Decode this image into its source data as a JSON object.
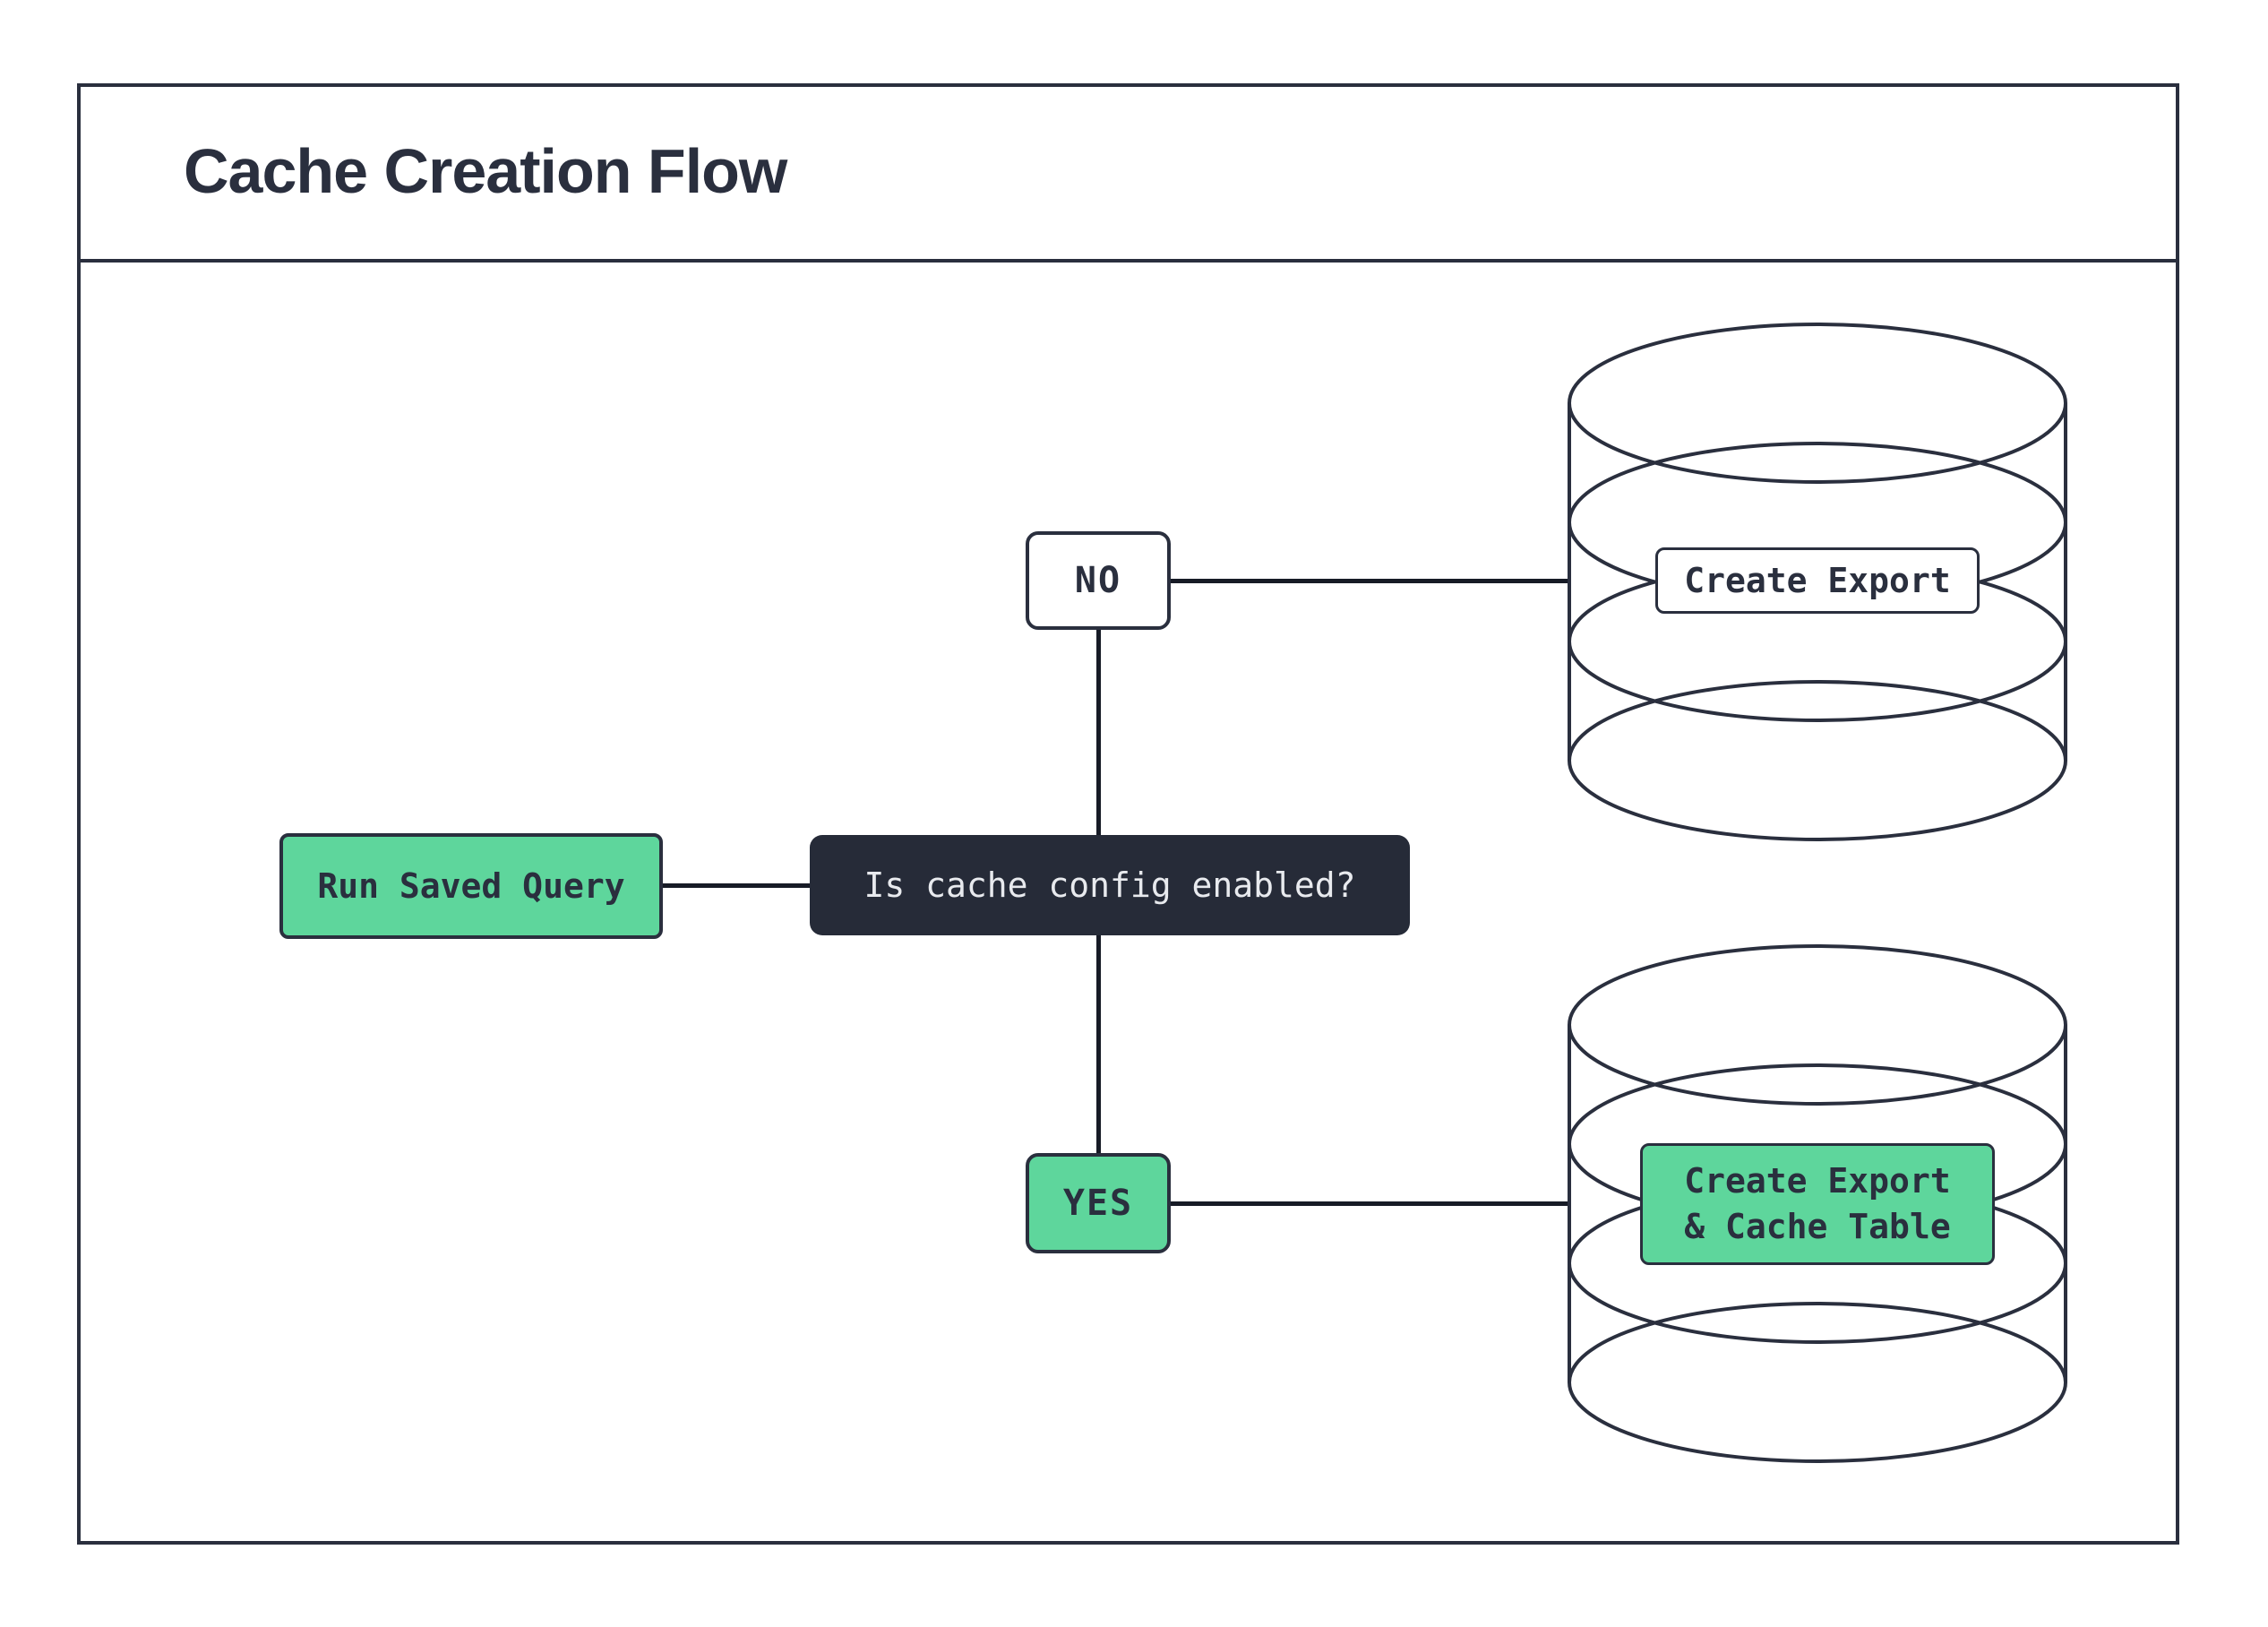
{
  "title": "Cache Creation Flow",
  "colors": {
    "ink": "#2a2f3e",
    "connector": "#171b26",
    "green": "#5ed69c",
    "decision_bg": "#262b38",
    "decision_text": "#e8eaee",
    "bg": "#ffffff"
  },
  "flow": {
    "start": {
      "label": "Run Saved Query"
    },
    "decision": {
      "label": "Is cache config enabled?"
    },
    "branch_no": {
      "label": "NO"
    },
    "branch_yes": {
      "label": "YES"
    },
    "db_no": {
      "label": "Create Export"
    },
    "db_yes": {
      "lines": [
        "Create Export",
        "& Cache Table"
      ]
    }
  }
}
